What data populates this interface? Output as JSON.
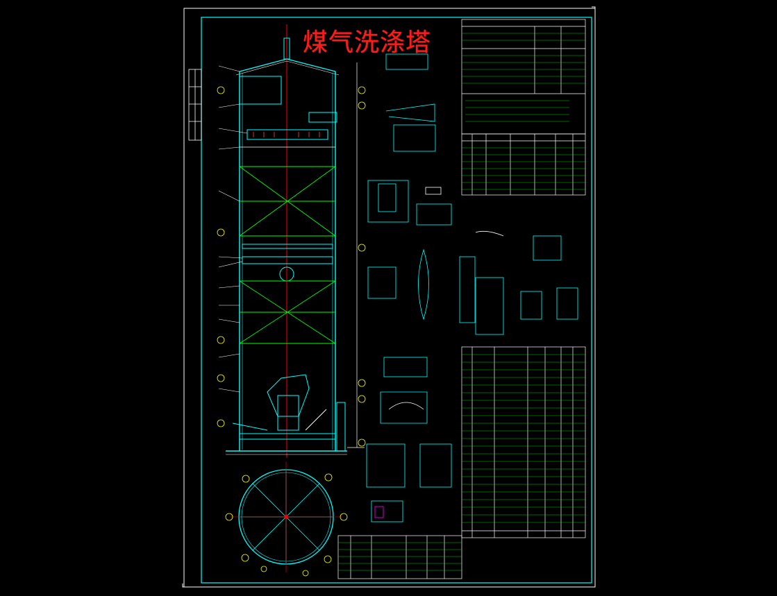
{
  "drawing": {
    "title": "煤气洗涤塔",
    "colors": {
      "background": "#000000",
      "frame": "#ffffff",
      "border": "#00ffff",
      "vessel": "#00ffff",
      "packing": "#00ff00",
      "center_line": "#ff0000",
      "title_text": "#ff1a1a",
      "dimension": "#ffffff",
      "detail": "#ffff00"
    },
    "icons": [
      "vessel-elevation-view",
      "plan-section-view",
      "detail-views",
      "bill-of-materials-table",
      "nozzle-table",
      "technical-data-table"
    ]
  }
}
